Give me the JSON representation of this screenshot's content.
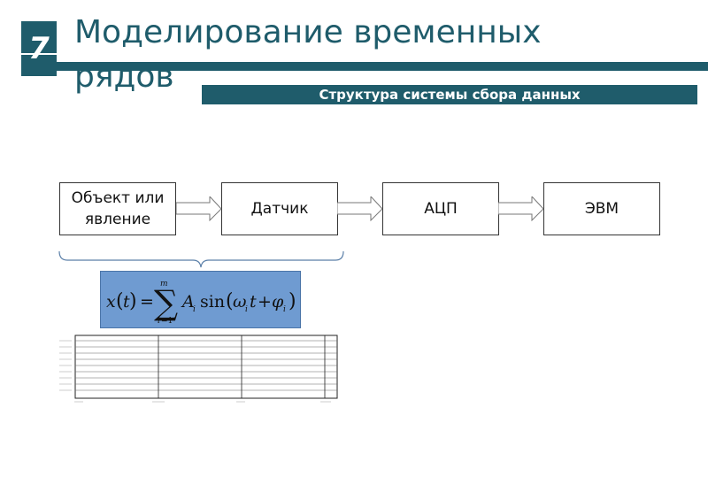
{
  "slide": {
    "number": "7",
    "title": "Моделирование временных рядов",
    "subtitle": "Структура системы сбора данных"
  },
  "diagram": {
    "boxes": [
      {
        "label": "Объект или явление"
      },
      {
        "label": "Датчик"
      },
      {
        "label": "АЦП"
      },
      {
        "label": "ЭВМ"
      }
    ],
    "formula": "x(t) = Σ_{i=1}^{m} A_i sin(ω_i t + φ_i)"
  },
  "colors": {
    "accent": "#1f5c6b",
    "formula_fill": "#6f9bd1"
  }
}
